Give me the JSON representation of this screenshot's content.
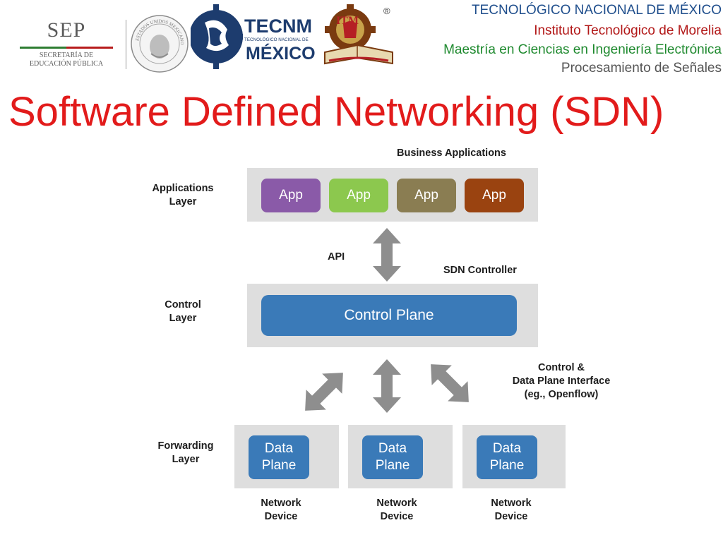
{
  "header": {
    "sep_logo": {
      "word": "SEP",
      "subtitle_line1": "SECRETARÍA DE",
      "subtitle_line2": "EDUCACIÓN PÚBLICA"
    },
    "seal_text": "ESTADOS UNIDOS MEXICANOS",
    "tecnm_logo": {
      "word": "TECNM",
      "small_text": "TECNOLÓGICO NACIONAL DE",
      "country": "MÉXICO"
    },
    "itm_logo": {
      "initials": "ITM",
      "registered_mark": "®"
    },
    "lines": [
      "TECNOLÓGICO NACIONAL DE MÉXICO",
      "Instituto Tecnológico de Morelia",
      "Maestría en Ciencias en Ingeniería Electrónica",
      "Procesamiento de Señales"
    ],
    "colors": {
      "line1": "#1f4e8c",
      "line2": "#b21818",
      "line3": "#1f8a2f",
      "line4": "#555555"
    }
  },
  "title": "Software Defined Networking (SDN)",
  "diagram": {
    "layers": {
      "applications": [
        "Applications",
        "Layer"
      ],
      "control": [
        "Control",
        "Layer"
      ],
      "forwarding": [
        "Forwarding",
        "Layer"
      ]
    },
    "business_applications": "Business Applications",
    "apps": [
      {
        "label": "App",
        "color": "#8a5aa8"
      },
      {
        "label": "App",
        "color": "#8cc84e"
      },
      {
        "label": "App",
        "color": "#8a7d52"
      },
      {
        "label": "App",
        "color": "#9a4310"
      }
    ],
    "api": "API",
    "sdn_controller": "SDN Controller",
    "control_plane": "Control Plane",
    "interface_label": [
      "Control &",
      "Data Plane Interface",
      "(eg., Openflow)"
    ],
    "data_planes": [
      [
        "Data",
        "Plane"
      ],
      [
        "Data",
        "Plane"
      ],
      [
        "Data",
        "Plane"
      ]
    ],
    "network_devices": [
      [
        "Network",
        "Device"
      ],
      [
        "Network",
        "Device"
      ],
      [
        "Network",
        "Device"
      ]
    ]
  }
}
